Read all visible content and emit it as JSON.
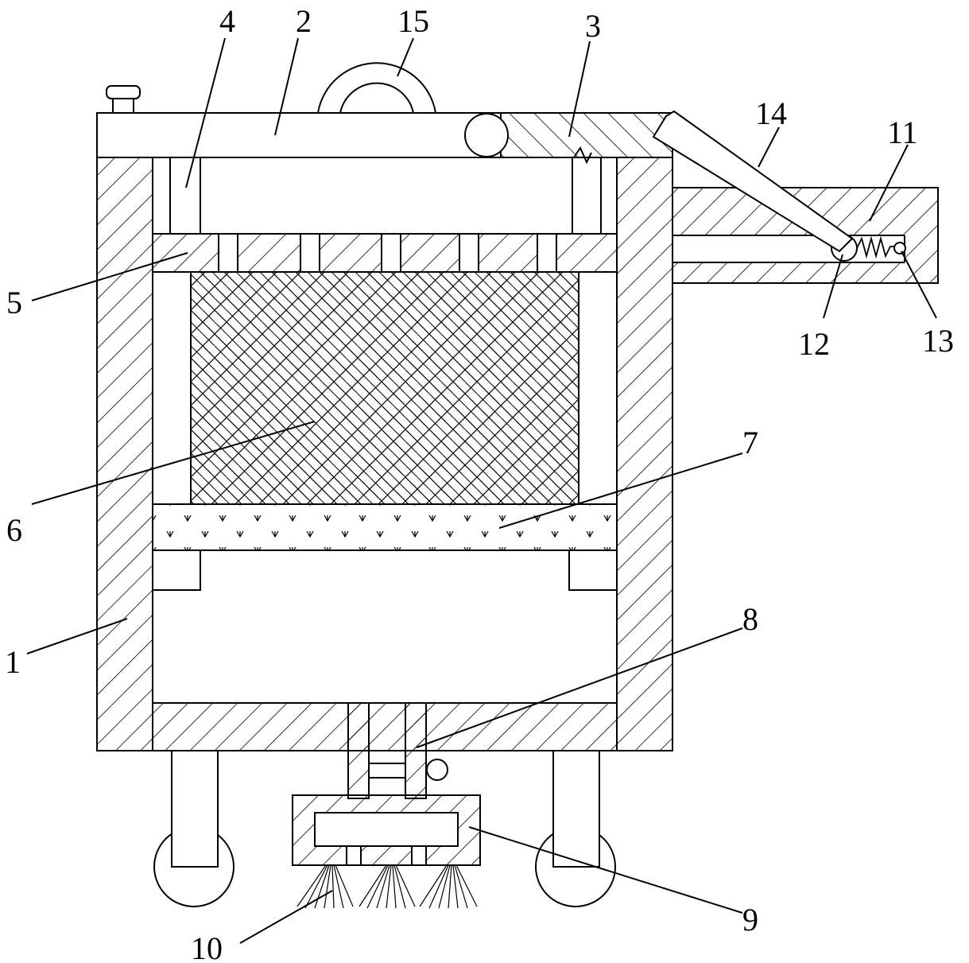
{
  "figure": {
    "labels": {
      "n1": "1",
      "n2": "2",
      "n3": "3",
      "n4": "4",
      "n5": "5",
      "n6": "6",
      "n7": "7",
      "n8": "8",
      "n9": "9",
      "n10": "10",
      "n11": "11",
      "n12": "12",
      "n13": "13",
      "n14": "14",
      "n15": "15"
    },
    "colors": {
      "line": "#000000",
      "background": "#ffffff"
    }
  }
}
